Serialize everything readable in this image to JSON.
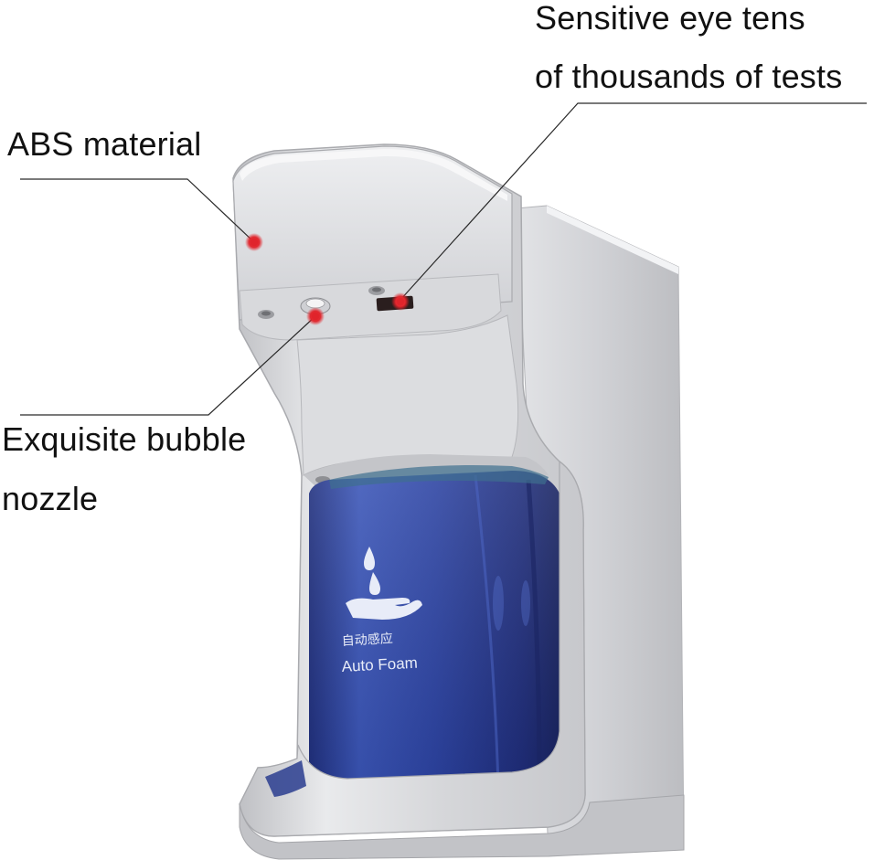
{
  "callouts": {
    "abs_material": "ABS material",
    "sensor_line1": "Sensitive eye tens",
    "sensor_line2": "of thousands of tests",
    "nozzle_line1": "Exquisite bubble",
    "nozzle_line2": "nozzle"
  },
  "product": {
    "bottle_text_cn": "自动感应",
    "bottle_text_en": "Auto Foam"
  },
  "colors": {
    "marker": "#e0242b",
    "silver": "#d9dadd",
    "reservoir_blue": "#2b3f9a"
  },
  "icons": [
    "hand-drop-icon"
  ]
}
